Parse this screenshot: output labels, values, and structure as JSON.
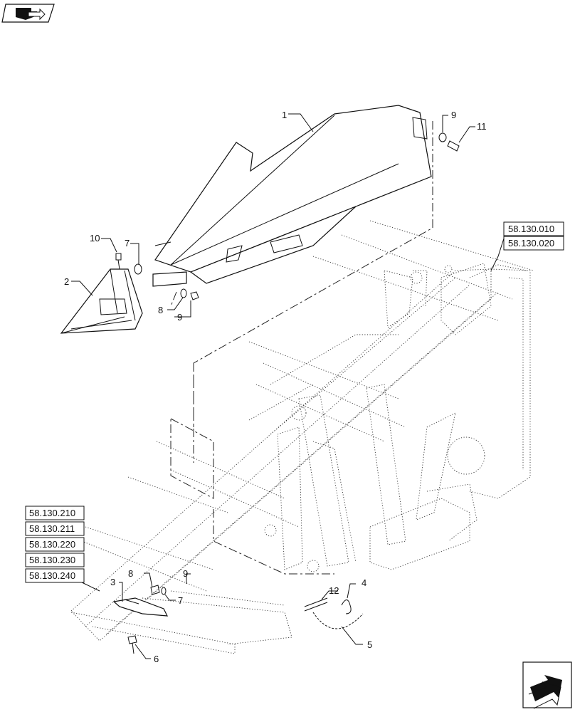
{
  "callouts": [
    {
      "id": "c1",
      "text": "1"
    },
    {
      "id": "c2",
      "text": "2"
    },
    {
      "id": "c3",
      "text": "3"
    },
    {
      "id": "c4",
      "text": "4"
    },
    {
      "id": "c5",
      "text": "5"
    },
    {
      "id": "c6",
      "text": "6"
    },
    {
      "id": "c7a",
      "text": "7"
    },
    {
      "id": "c7b",
      "text": "7"
    },
    {
      "id": "c8a",
      "text": "8"
    },
    {
      "id": "c8b",
      "text": "8"
    },
    {
      "id": "c9a",
      "text": "9"
    },
    {
      "id": "c9b",
      "text": "9"
    },
    {
      "id": "c9c",
      "text": "9"
    },
    {
      "id": "c10",
      "text": "10"
    },
    {
      "id": "c11",
      "text": "11"
    },
    {
      "id": "c12",
      "text": "12"
    }
  ],
  "references": {
    "right": [
      "58.130.010",
      "58.130.020"
    ],
    "left": [
      "58.130.210",
      "58.130.211",
      "58.130.220",
      "58.130.230",
      "58.130.240"
    ]
  },
  "icons": {
    "top_left": "book-arrow-icon",
    "bottom_right": "next-page-arrow-icon"
  }
}
